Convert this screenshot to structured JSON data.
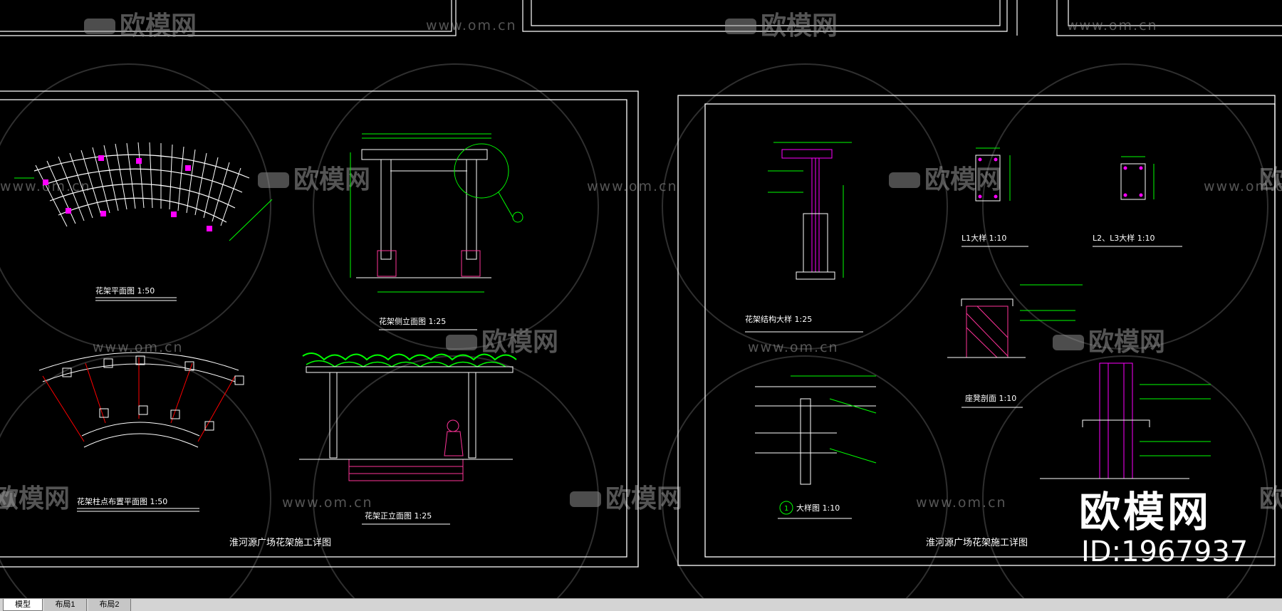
{
  "watermark": {
    "logo_text": "欧模网",
    "url_text": "www.om.cn"
  },
  "brand": {
    "logo": "欧模网",
    "id": "ID:1967937"
  },
  "sheets": [
    {
      "footer_title": "淮河源广场花架施工详图",
      "drawings": [
        {
          "caption": "花架平面图 1:50"
        },
        {
          "caption": "花架侧立面图 1:25"
        },
        {
          "caption": "花架柱点布置平面图 1:50"
        },
        {
          "caption": "花架正立面图 1:25"
        }
      ]
    },
    {
      "footer_title": "淮河源广场花架施工详图",
      "drawings": [
        {
          "caption": "花架结构大样 1:25"
        },
        {
          "caption": "L1大样 1:10"
        },
        {
          "caption": "L2、L3大样 1:10"
        },
        {
          "caption": "座凳剖面 1:10"
        },
        {
          "caption": "大样图 1:10",
          "marker": "1"
        }
      ]
    }
  ],
  "layout_tabs": [
    {
      "label": "模型",
      "active": true
    },
    {
      "label": "布局1",
      "active": false
    },
    {
      "label": "布局2",
      "active": false
    }
  ],
  "colors": {
    "background": "#000000",
    "frame": "#ffffff",
    "dimension": "#00ff00",
    "column": "#ff00ff",
    "brick": "#ff3399",
    "accent_red": "#ff0000"
  }
}
